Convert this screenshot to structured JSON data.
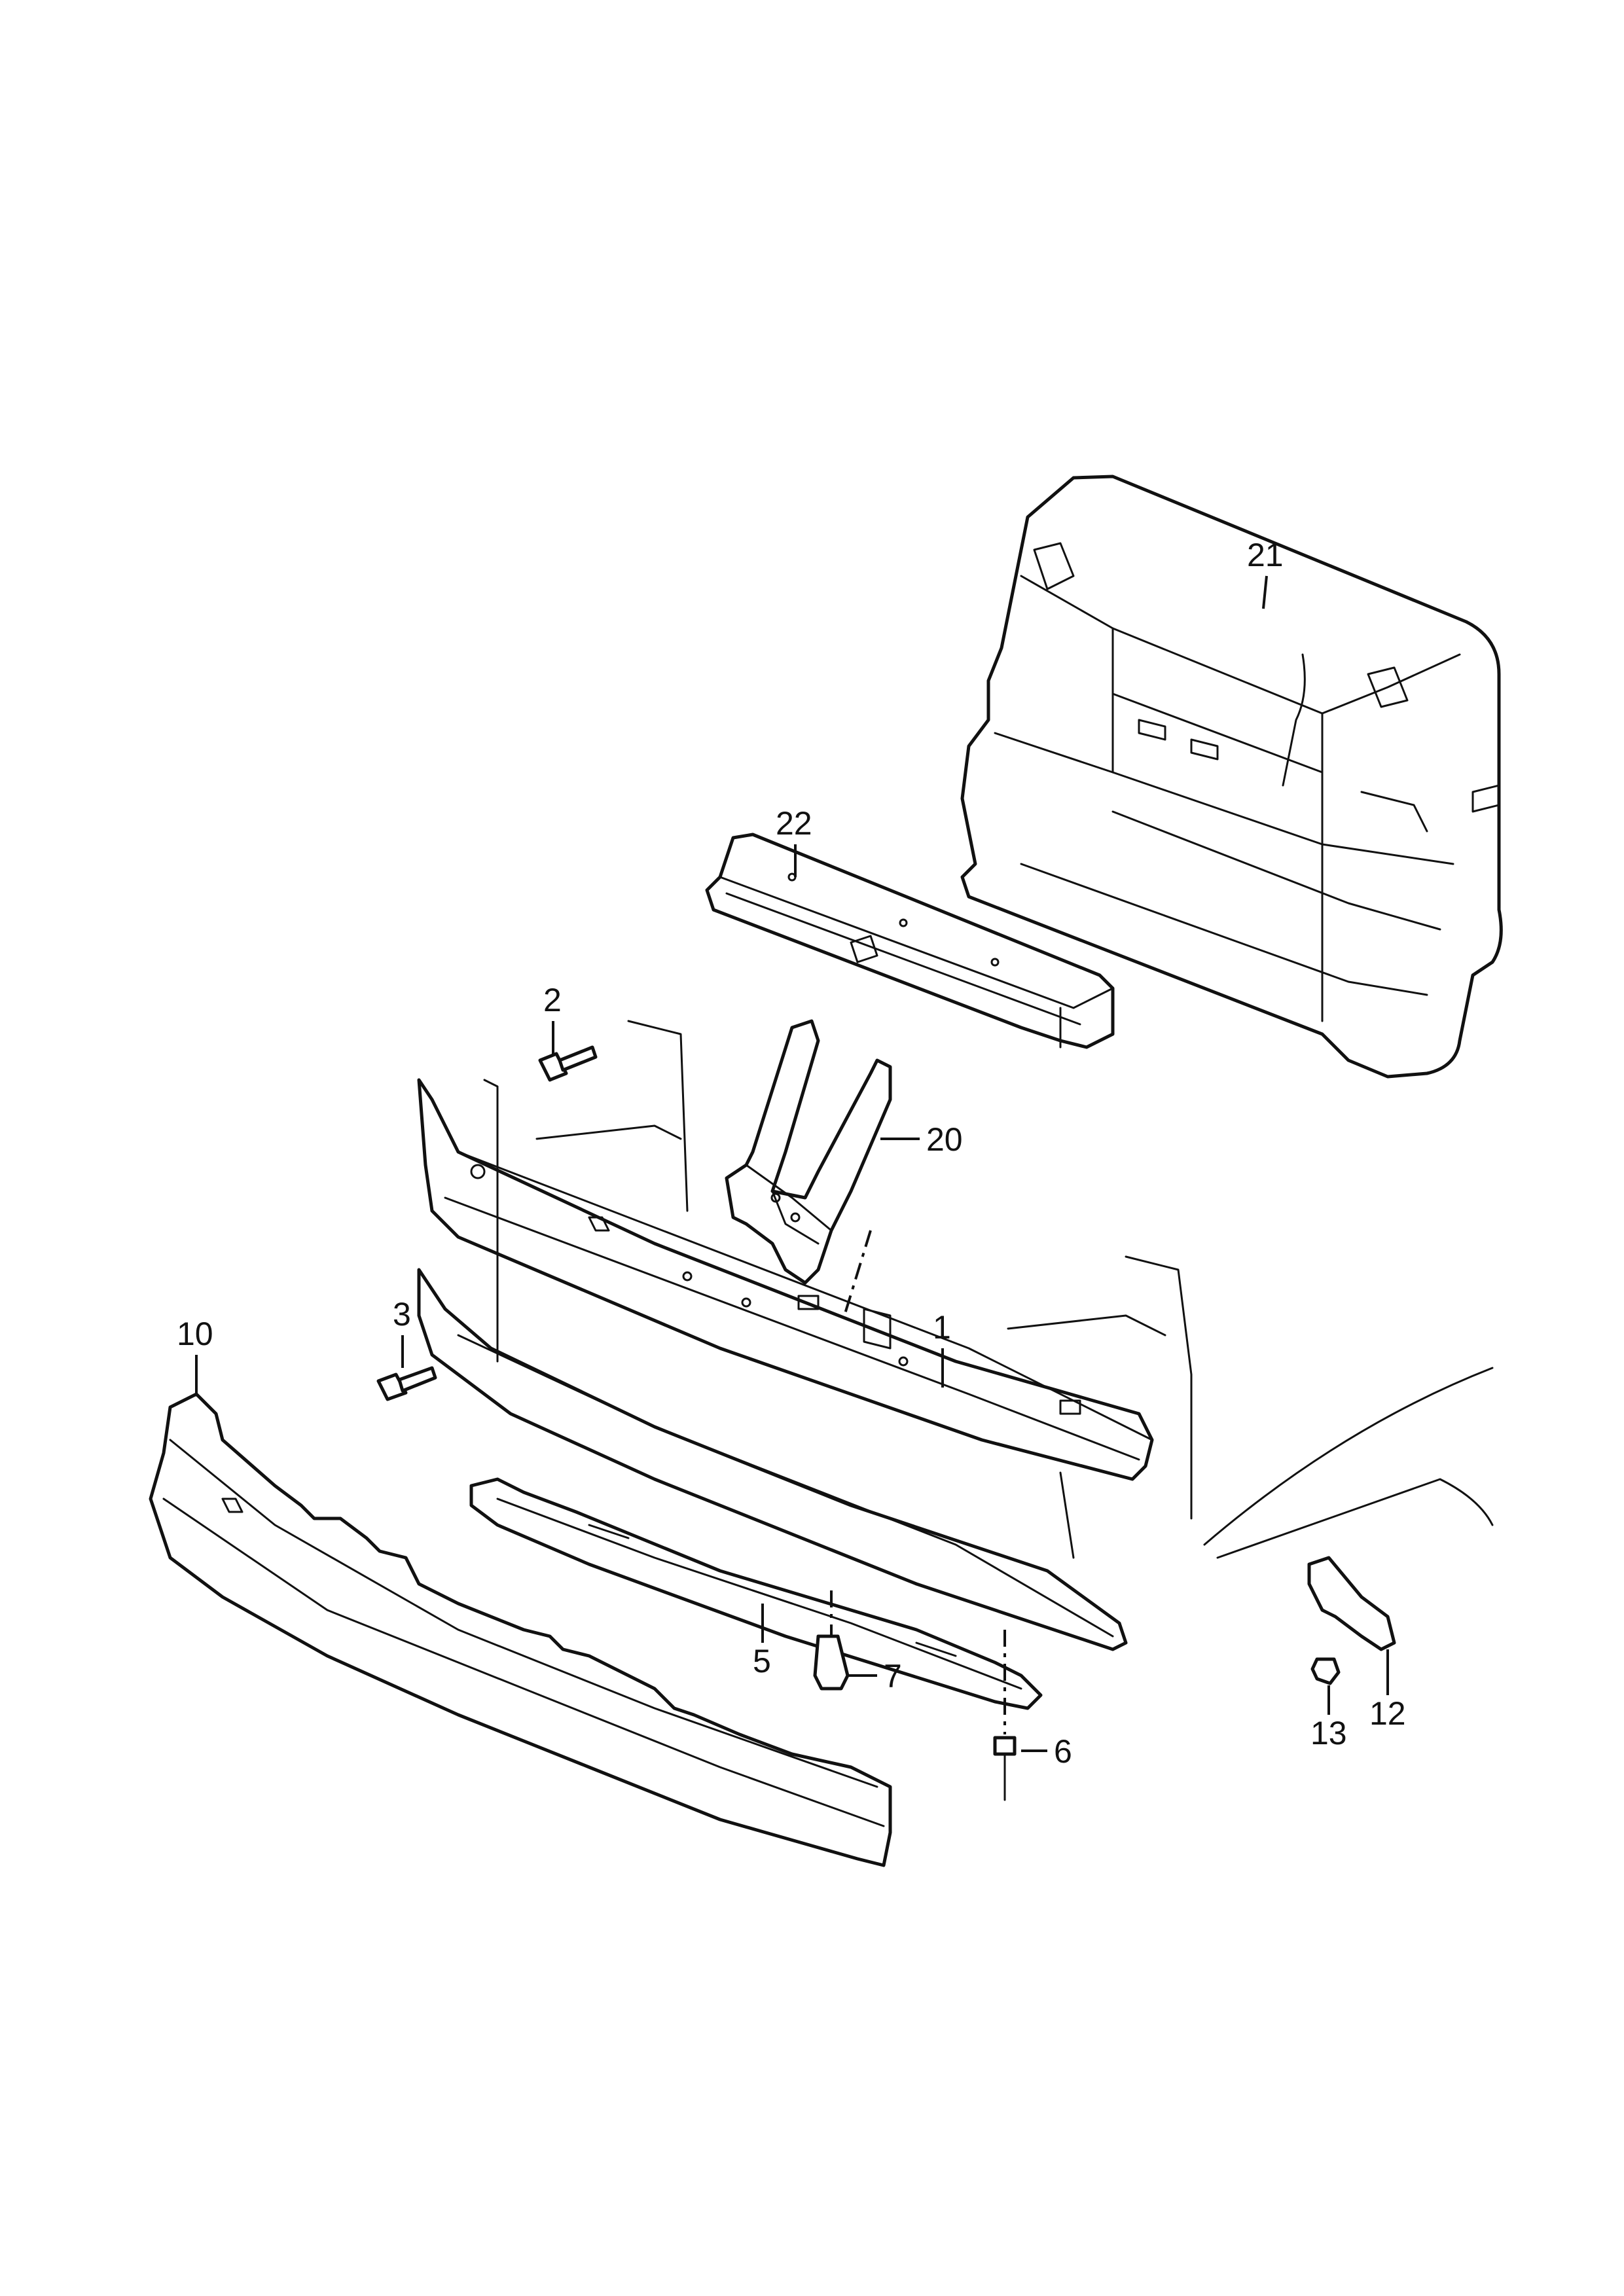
{
  "diagram": {
    "callouts": [
      {
        "id": "21",
        "label": "21"
      },
      {
        "id": "22",
        "label": "22"
      },
      {
        "id": "2",
        "label": "2"
      },
      {
        "id": "20",
        "label": "20"
      },
      {
        "id": "3",
        "label": "3"
      },
      {
        "id": "1",
        "label": "1"
      },
      {
        "id": "10",
        "label": "10"
      },
      {
        "id": "5",
        "label": "5"
      },
      {
        "id": "7",
        "label": "7"
      },
      {
        "id": "6",
        "label": "6"
      },
      {
        "id": "13",
        "label": "13"
      },
      {
        "id": "12",
        "label": "12"
      }
    ]
  }
}
